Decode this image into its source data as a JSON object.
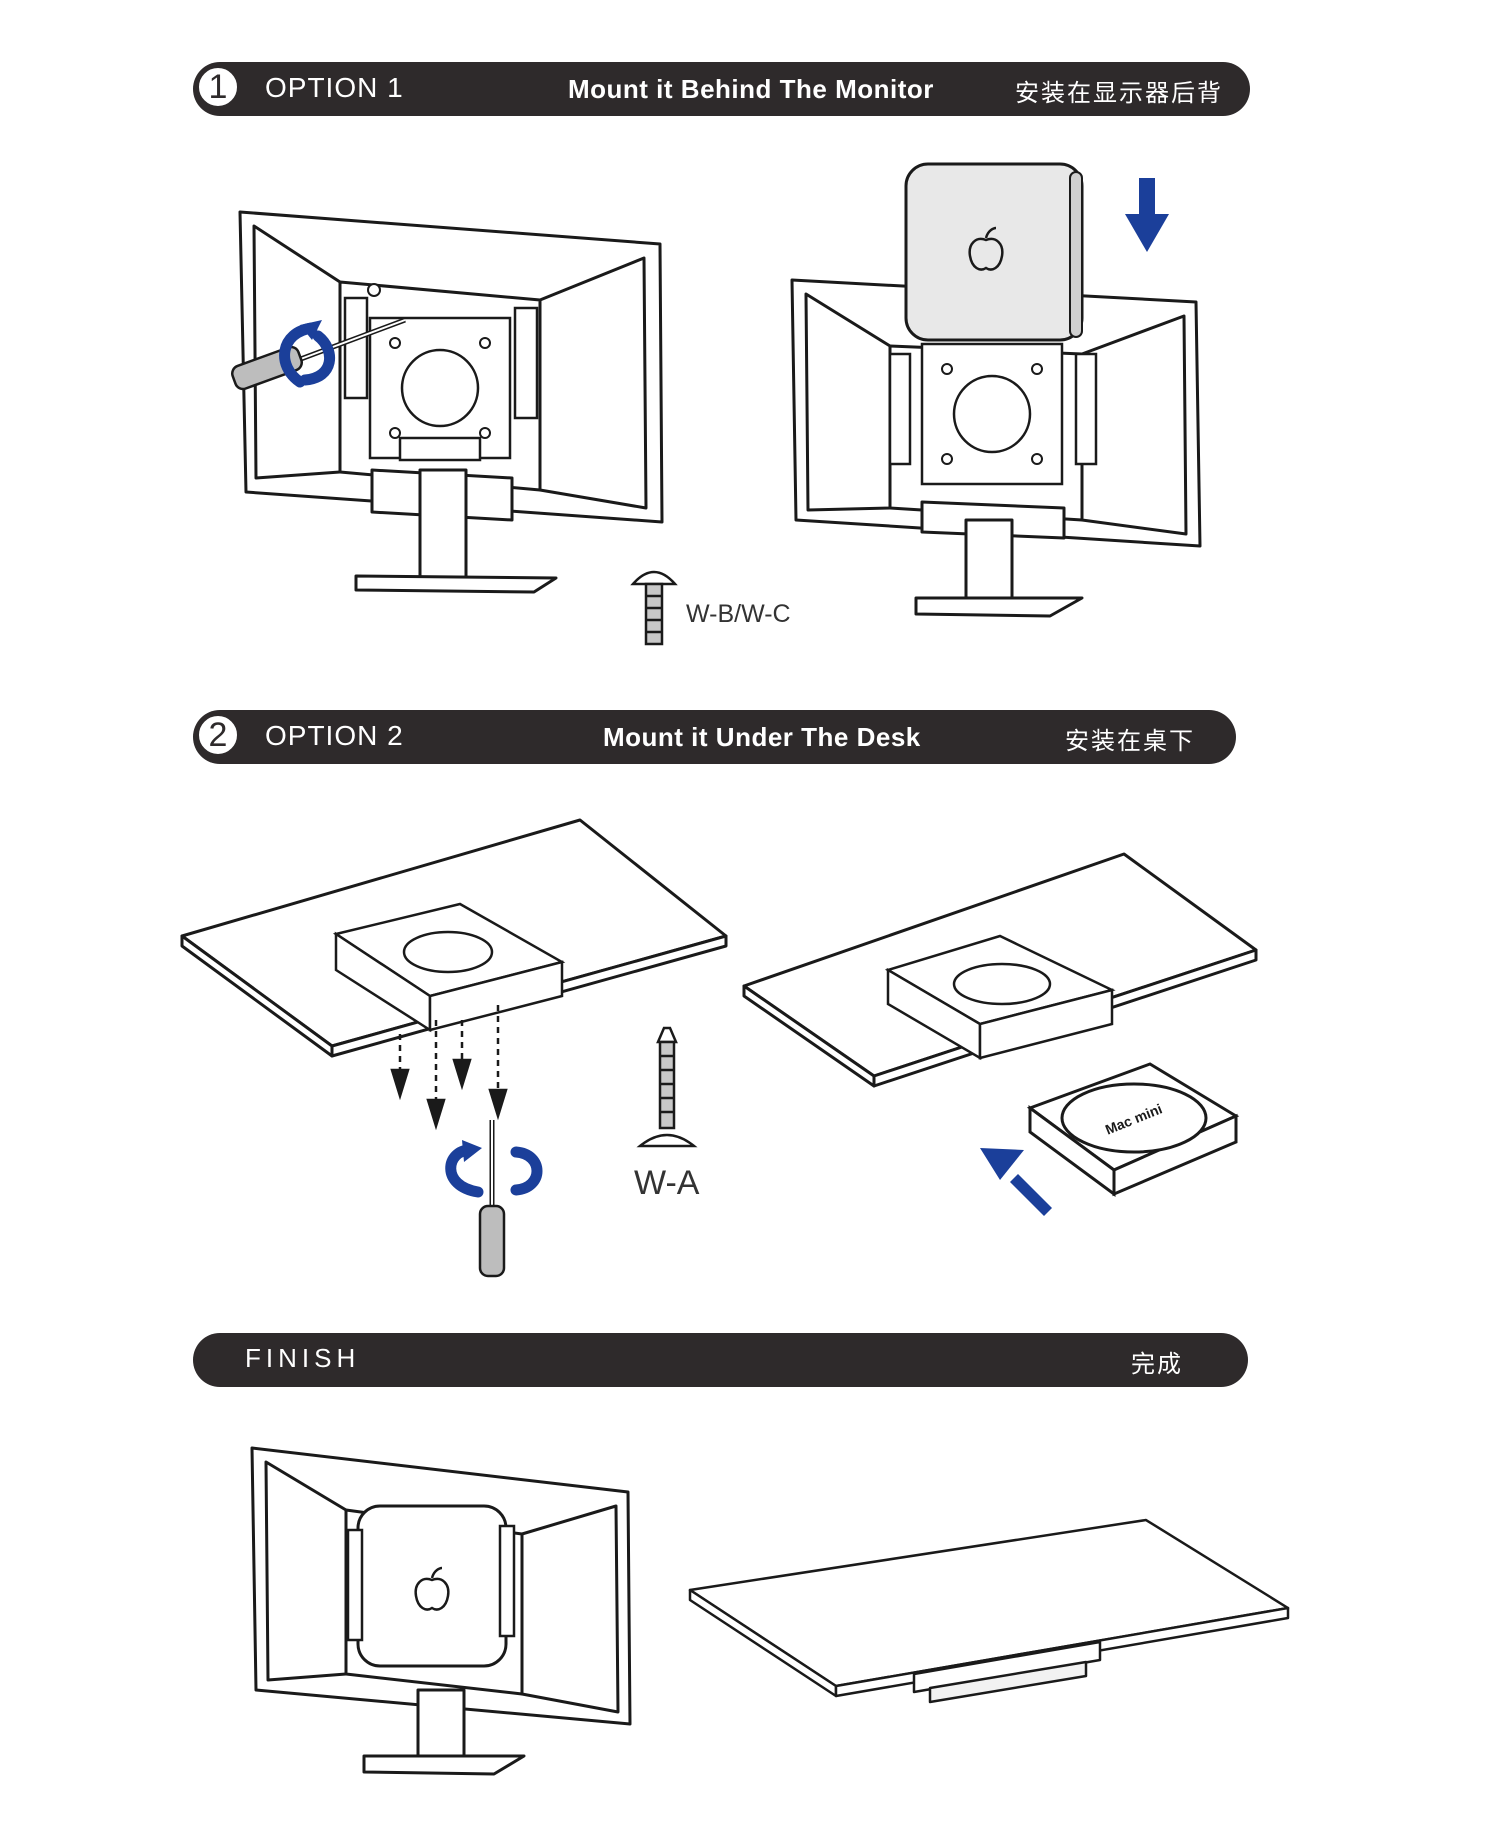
{
  "option1": {
    "number": "1",
    "label": "OPTION 1",
    "title": "Mount it Behind The Monitor",
    "title_cn": "安装在显示器后背",
    "screw_label": "W-B/W-C"
  },
  "option2": {
    "number": "2",
    "label": "OPTION 2",
    "title": "Mount it Under The Desk",
    "title_cn": "安装在桌下",
    "screw_label": "W-A"
  },
  "finish": {
    "label": "FINISH",
    "label_cn": "完成"
  },
  "device_text": "Mac mini",
  "colors": {
    "banner": "#2e2a2b",
    "arrow_blue": "#1b3f9a",
    "line": "#1a1a1a",
    "device_fill": "#e8e8e8"
  },
  "icons": [
    "screwdriver-icon",
    "rotate-arrows-icon",
    "down-arrow-icon",
    "diagonal-arrow-icon",
    "apple-logo-icon",
    "screw-icon"
  ]
}
